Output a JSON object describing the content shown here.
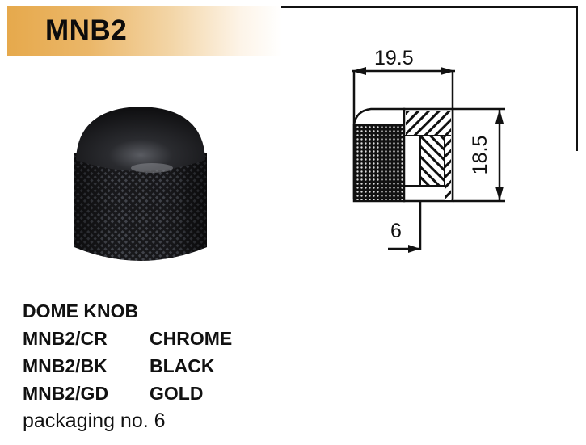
{
  "header": {
    "title": "MNB2",
    "accent_color": "#e6a94c"
  },
  "product": {
    "image_alt": "black knurled dome knob photo",
    "type": "DOME KNOB",
    "variants": [
      {
        "code": "MNB2/CR",
        "finish": "CHROME"
      },
      {
        "code": "MNB2/BK",
        "finish": "BLACK"
      },
      {
        "code": "MNB2/GD",
        "finish": "GOLD"
      }
    ],
    "packaging": "packaging no. 6"
  },
  "diagram": {
    "width_label": "19.5",
    "height_label": "18.5",
    "bore_label": "6"
  }
}
